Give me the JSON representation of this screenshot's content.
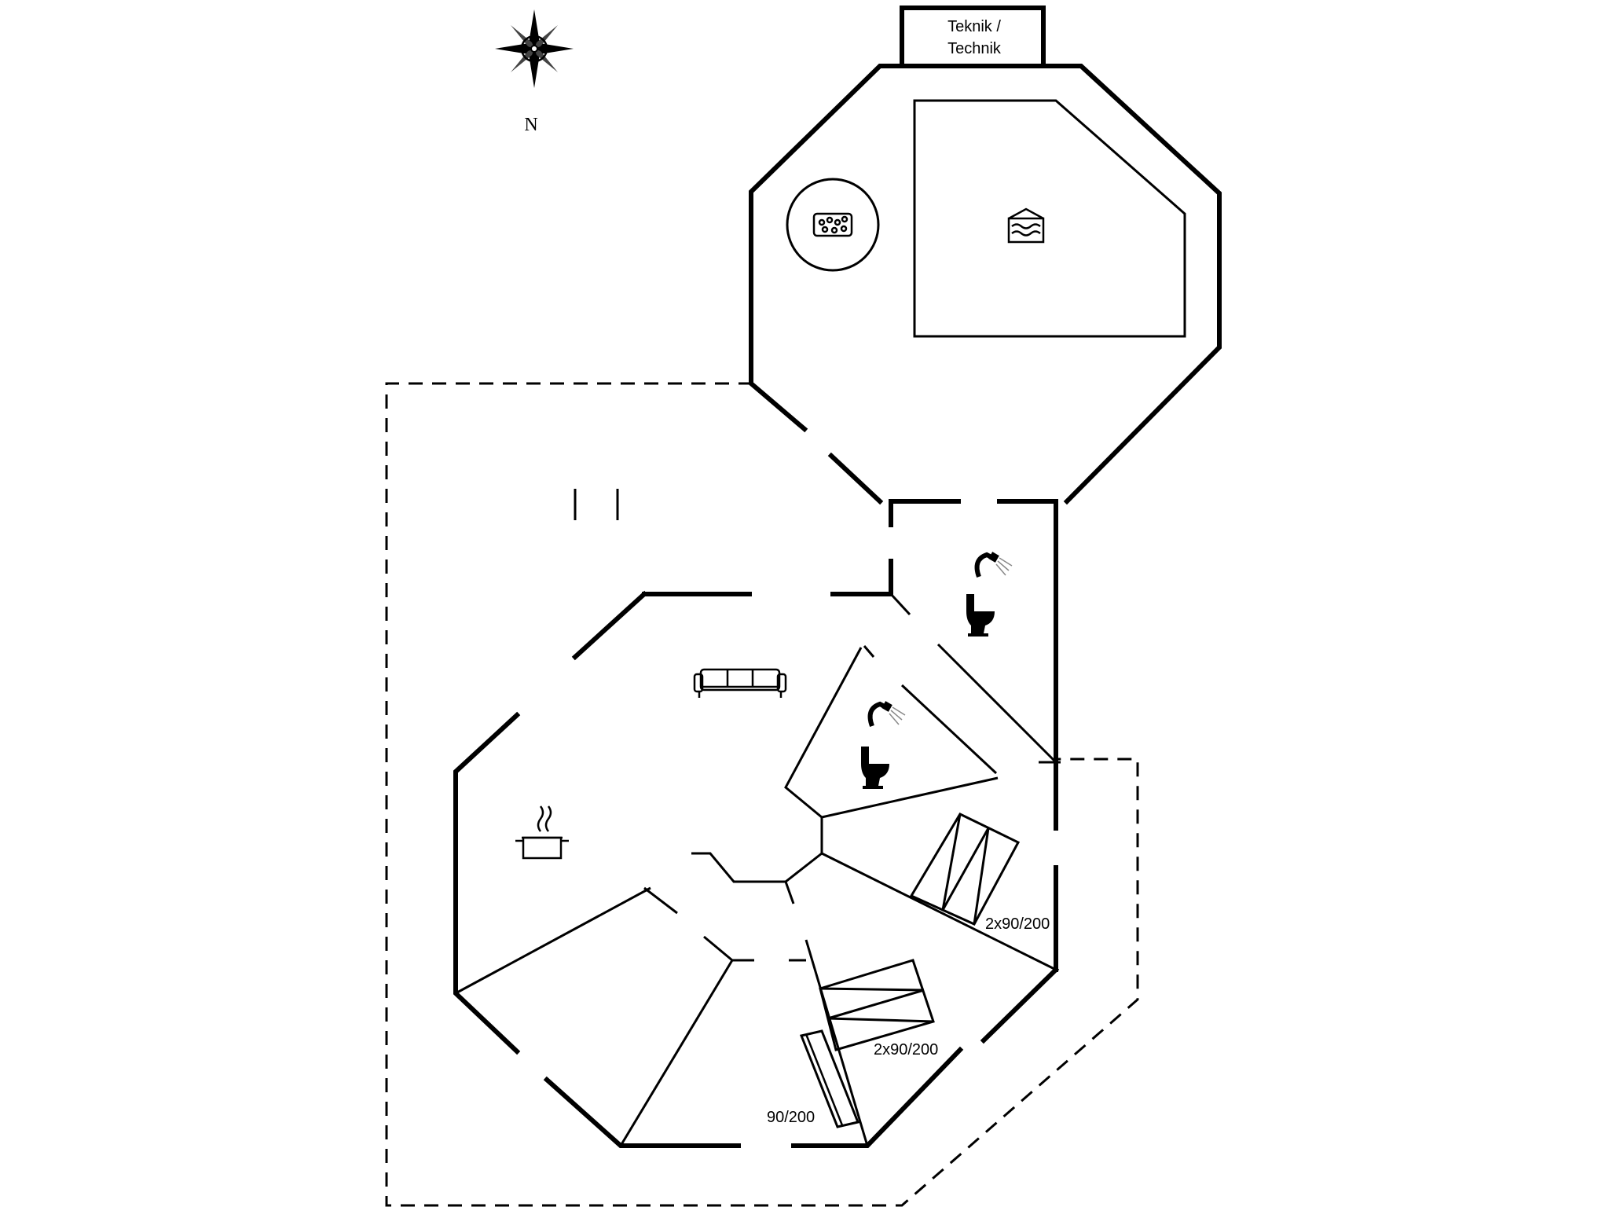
{
  "compass": {
    "north_label": "N"
  },
  "rooms": {
    "technik_line1": "Teknik /",
    "technik_line2": "Technik"
  },
  "beds": {
    "bed_a": "2x90/200",
    "bed_b": "2x90/200",
    "bed_c": "90/200"
  },
  "icons": [
    "compass-icon",
    "whirlpool-icon",
    "pool-icon",
    "shower-icon",
    "toilet-icon",
    "sofa-icon",
    "cooking-pot-icon"
  ]
}
